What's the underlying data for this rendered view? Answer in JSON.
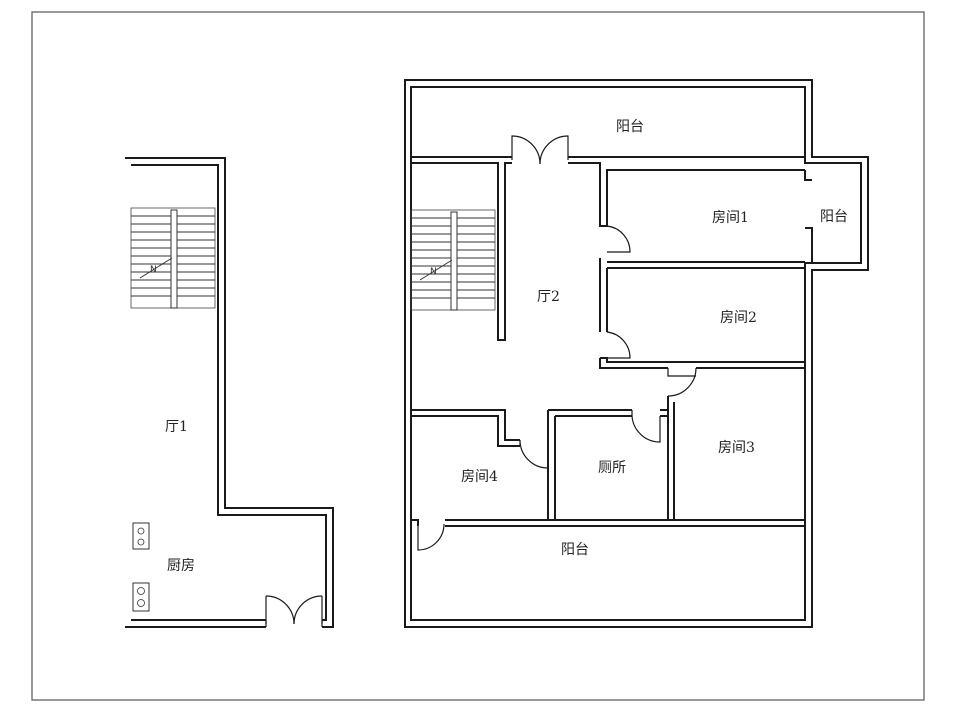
{
  "rooms": {
    "hall1": "厅1",
    "kitchen": "厨房",
    "hall2": "厅2",
    "balcony_top": "阳台",
    "room1": "房间1",
    "balcony_right": "阳台",
    "room2": "房间2",
    "room3": "房间3",
    "toilet": "厕所",
    "room4": "房间4",
    "balcony_bottom": "阳台"
  },
  "stairs": {
    "left_direction": "N",
    "right_direction": "N"
  }
}
